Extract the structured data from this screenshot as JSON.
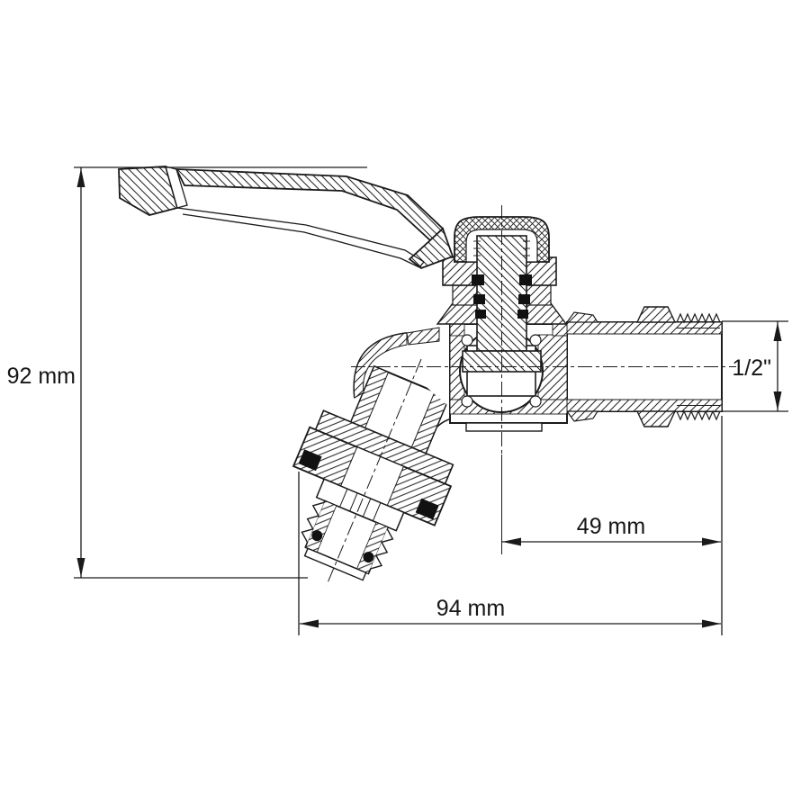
{
  "page": {
    "background": "#ffffff"
  },
  "drawing": {
    "line_color": "#1a1a1a",
    "hatch_color": "#222222",
    "seal_color": "#111111",
    "labels": {
      "height": "92 mm",
      "thread_size": "1/2\"",
      "spout_to_inlet": "49 mm",
      "overall_length": "94 mm"
    }
  }
}
